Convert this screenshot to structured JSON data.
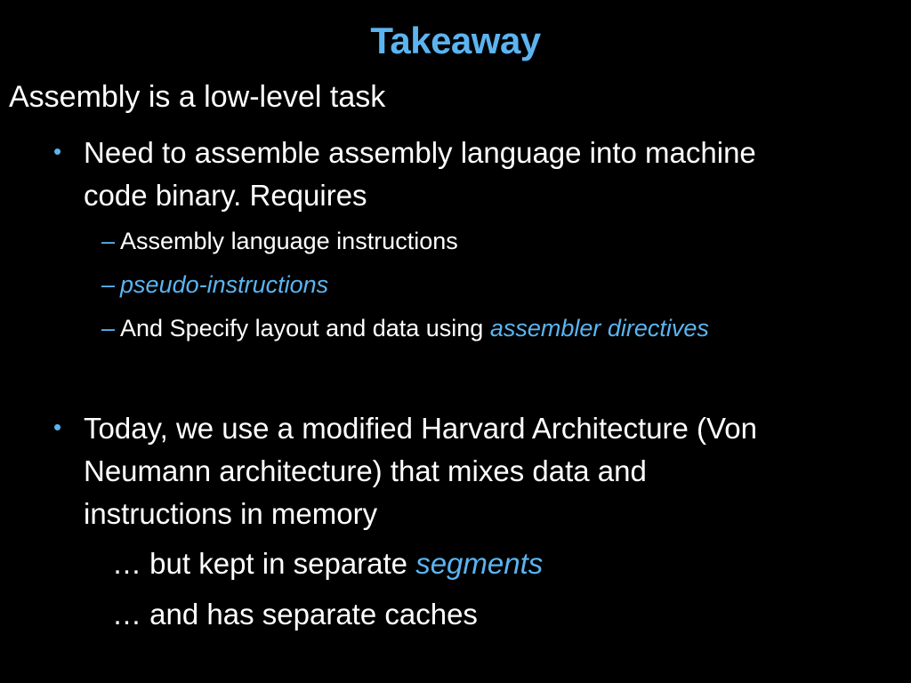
{
  "slide": {
    "title": "Takeaway",
    "heading": "Assembly is a low-level task",
    "bullet1": {
      "line1": "Need to assemble assembly language into machine",
      "line2": "code binary.  Requires",
      "subs": [
        {
          "text": "Assembly language instructions",
          "highlight": ""
        },
        {
          "text": "",
          "highlight": "pseudo-instructions"
        },
        {
          "text": "And Specify layout and data using ",
          "highlight": "assembler directives"
        }
      ]
    },
    "bullet2": {
      "line1": "Today, we use a modified Harvard Architecture (Von",
      "line2": "Neumann architecture) that mixes data and",
      "line3": "instructions in memory",
      "cont1_text": "… but kept in separate ",
      "cont1_highlight": "segments",
      "cont2_text": "… and has separate caches"
    },
    "bullet_glyph": "•",
    "dash_glyph": "–",
    "colors": {
      "accent": "#5bb4f0",
      "text": "#ffffff",
      "background": "#000000"
    }
  }
}
